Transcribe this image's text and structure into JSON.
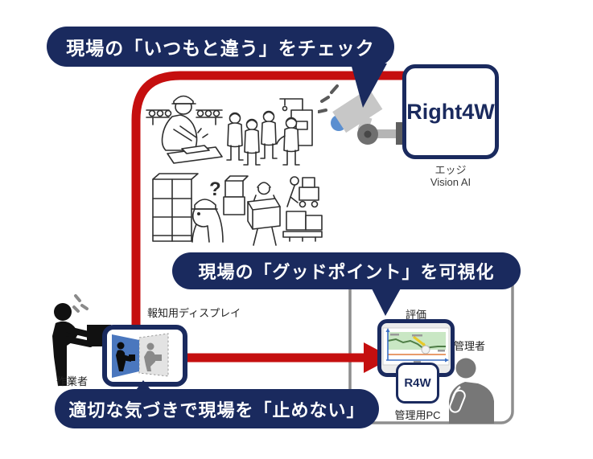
{
  "banners": {
    "check_label": "現場の「いつもと違う」をチェック",
    "visualize_label": "現場の「グッドポイント」を可視化",
    "no_stop_label": "適切な気づきで現場を「止めない」"
  },
  "edge_box": {
    "title": "Right4W",
    "caption_line1": "エッジ",
    "caption_line2": "Vision AI"
  },
  "notification_display": {
    "label": "報知用ディスプレイ"
  },
  "worker": {
    "label": "作業者"
  },
  "manager": {
    "label": "管理者"
  },
  "management_pc": {
    "evaluation_label": "評価",
    "badge": "R4W",
    "label": "管理用PC"
  },
  "illustration": {
    "question_mark": "?"
  },
  "icons": {
    "camera": "surveillance-camera-icon",
    "worker_silhouette": "worker-silhouette-icon",
    "manager_silhouette": "manager-silhouette-icon",
    "display_compare": "person-compare-display-icon",
    "chart": "trend-chart-icon"
  },
  "colors": {
    "navy": "#1a2a5e",
    "red": "#c50f0f",
    "display_blue": "#4a77be",
    "lens_blue": "#5b8fd0",
    "camera_gray": "#c7c7c7",
    "silhouette_black": "#111111",
    "silhouette_gray": "#777777",
    "box_border_gray": "#8e8e8e",
    "chart_green": "#c9e7c4"
  }
}
